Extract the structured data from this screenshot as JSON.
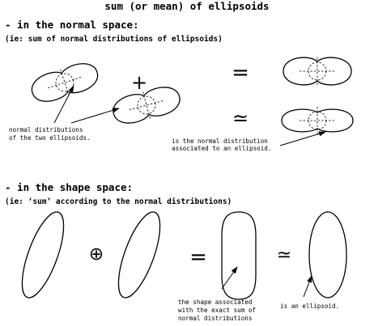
{
  "title": "sum (or mean) of ellipsoids",
  "normal_space": {
    "heading": "- in the normal space:",
    "subheading": "(ie: sum of normal distributions of ellipsoids)",
    "plus_symbol": "+",
    "equals_symbol": "=",
    "approx_symbol": "≃",
    "note_left_line1": "normal distributions",
    "note_left_line2": "of the two ellipsoids.",
    "note_right_line1": "is the normal distribution",
    "note_right_line2": "associated to an ellipsoid."
  },
  "shape_space": {
    "heading": "- in the shape space:",
    "subheading": "(ie: ‘sum’ according to the normal distributions)",
    "oplus_symbol": "⊕",
    "equals_symbol": "=",
    "approx_symbol": "≃",
    "note_center_line1": "the shape associated",
    "note_center_line2": "with the exact sum of",
    "note_center_line3": "normal distributions",
    "note_right": "is an ellipsoid."
  }
}
